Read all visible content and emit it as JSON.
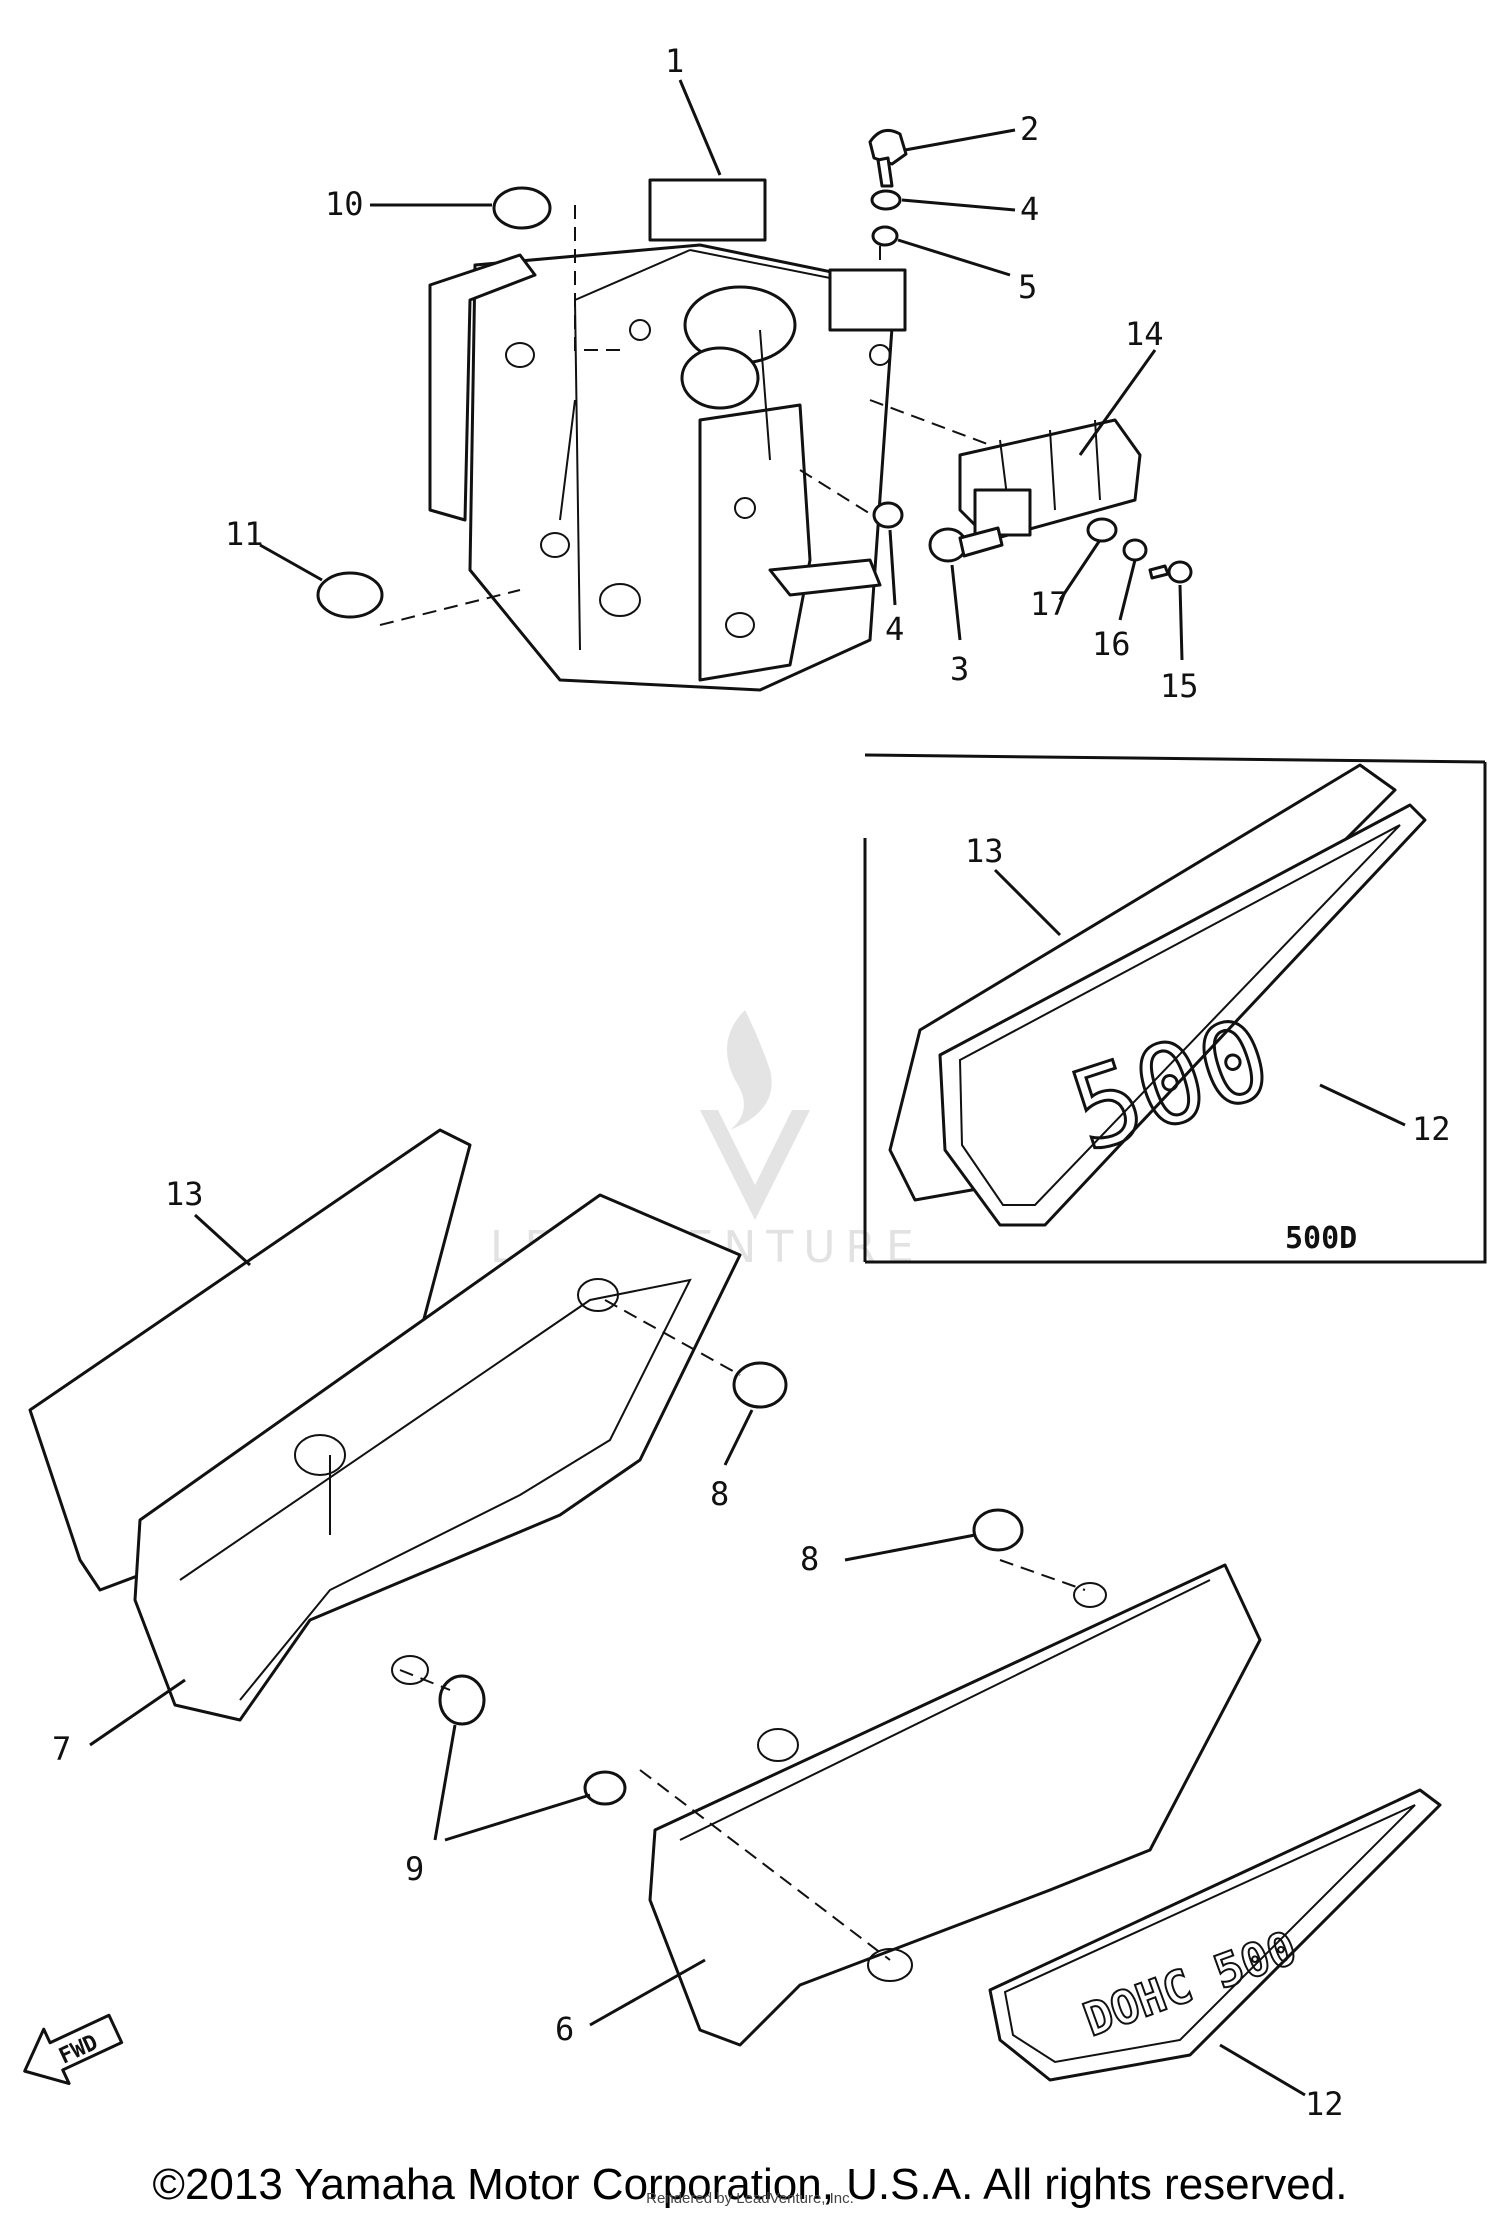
{
  "diagram": {
    "part_numbers": {
      "p1": "1",
      "p2": "2",
      "p3": "3",
      "p4a": "4",
      "p4b": "4",
      "p5": "5",
      "p6": "6",
      "p7": "7",
      "p8a": "8",
      "p8b": "8",
      "p9": "9",
      "p10": "10",
      "p11": "11",
      "p12a": "12",
      "p12b": "12",
      "p13a": "13",
      "p13b": "13",
      "p14": "14",
      "p15": "15",
      "p16": "16",
      "p17": "17"
    },
    "inset_label": "500D",
    "emblem_inset": "500",
    "emblem_main": "DOHC 500",
    "fwd_label": "FWD",
    "watermark": "LEADVENTURE"
  },
  "footer": {
    "copyright": "©2013 Yamaha Motor Corporation, U.S.A. All rights reserved.",
    "credit": "Rendered by LeadVenture, Inc."
  }
}
